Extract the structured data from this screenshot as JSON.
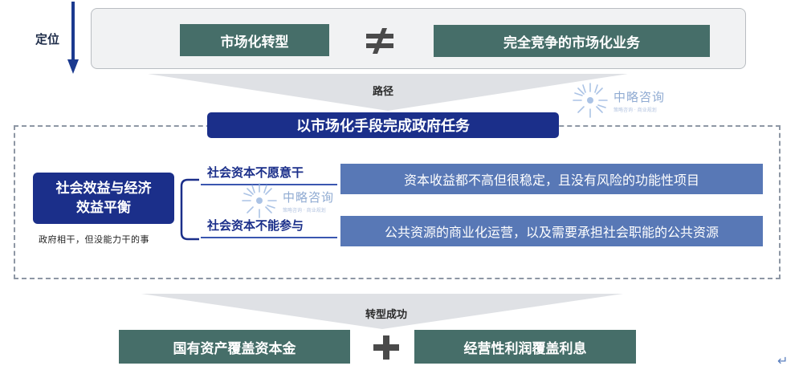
{
  "position_label": "定位",
  "top_row": {
    "left_box": "市场化转型",
    "right_box": "完全竞争的市场化业务",
    "relation": "≠"
  },
  "path_label": "路径",
  "gov_task": "以市场化手段完成政府任务",
  "balance": {
    "line1": "社会效益与经济",
    "line2": "效益平衡"
  },
  "gov_note": "政府相干，但没能力干的事",
  "conditions": [
    {
      "label": "社会资本不愿意干",
      "desc": "资本收益都不高但很稳定，且没有风险的功能性项目"
    },
    {
      "label": "社会资本不能参与",
      "desc": "公共资源的商业化运营，以及需要承担社会职能的公共资源"
    }
  ],
  "success_label": "转型成功",
  "bottom_row": {
    "left_box": "国有资产覆盖资本金",
    "right_box": "经营性利润覆盖利息",
    "relation": "+"
  },
  "watermark": {
    "title": "中略咨询",
    "subtitle": "策略咨询 · 商业规划"
  },
  "colors": {
    "teal": "#466e69",
    "navy": "#1b2f8a",
    "steel_blue": "#5878b6",
    "funnel_gray": "#dfe1e5"
  }
}
